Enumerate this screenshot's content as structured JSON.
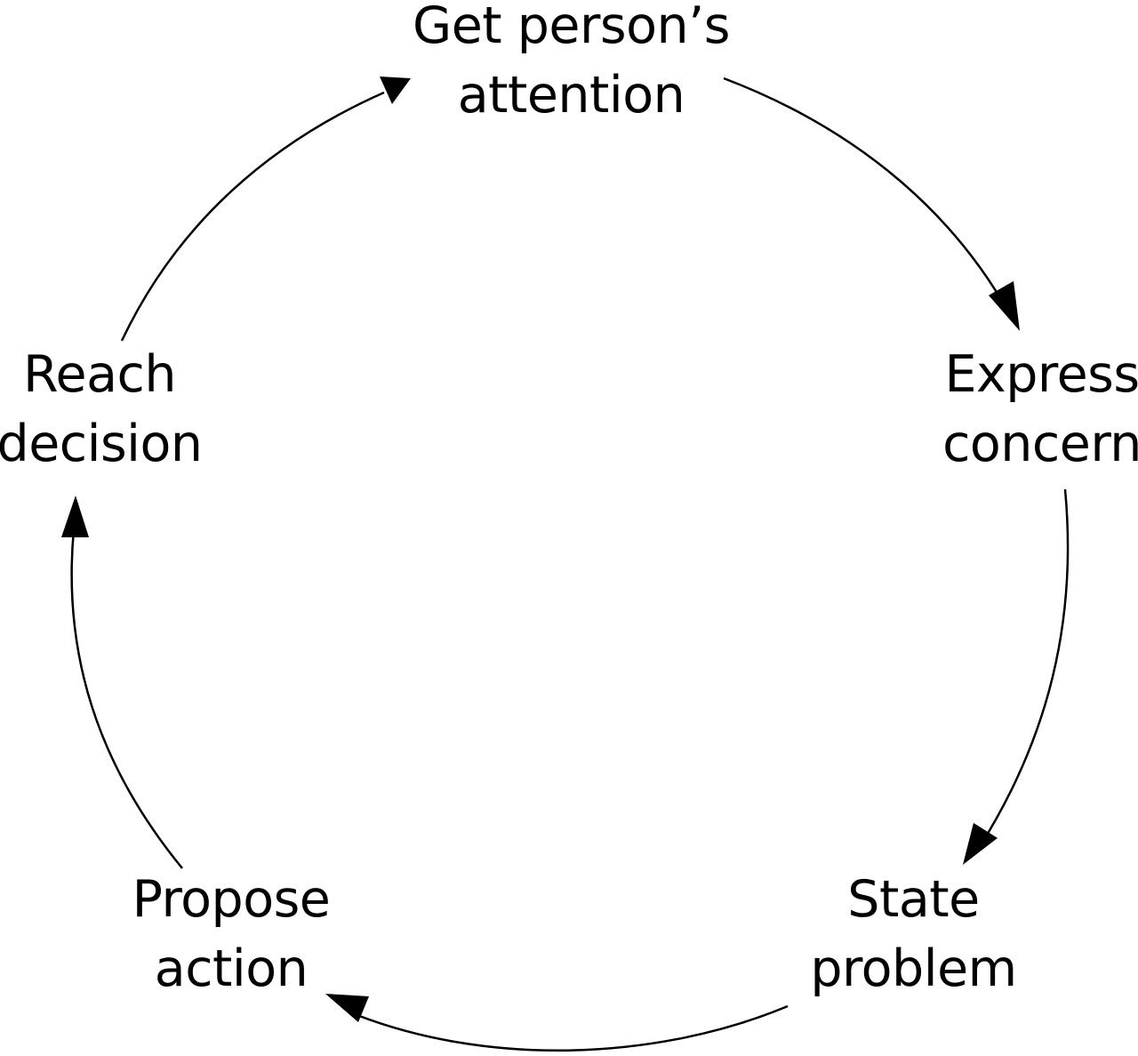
{
  "diagram": {
    "stroke_color": "#000000",
    "background_color": "#ffffff",
    "nodes": [
      {
        "id": "get-attention",
        "lines": [
          "Get person’s",
          "attention"
        ]
      },
      {
        "id": "express-concern",
        "lines": [
          "Express",
          "concern"
        ]
      },
      {
        "id": "state-problem",
        "lines": [
          "State",
          "problem"
        ]
      },
      {
        "id": "propose-action",
        "lines": [
          "Propose",
          "action"
        ]
      },
      {
        "id": "reach-decision",
        "lines": [
          "Reach",
          "decision"
        ]
      }
    ],
    "edges": [
      {
        "from": "get-attention",
        "to": "express-concern"
      },
      {
        "from": "express-concern",
        "to": "state-problem"
      },
      {
        "from": "state-problem",
        "to": "propose-action"
      },
      {
        "from": "propose-action",
        "to": "reach-decision"
      },
      {
        "from": "reach-decision",
        "to": "get-attention"
      }
    ]
  }
}
